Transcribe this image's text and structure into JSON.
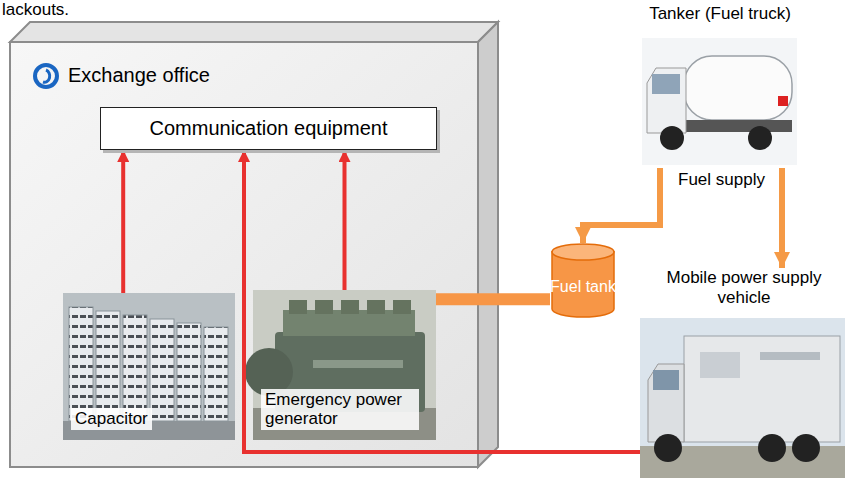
{
  "diagram": {
    "nodes": [
      {
        "text": [
          "Exchange office"
        ]
      },
      {
        "text": [
          "Communication equipment"
        ],
        "in": 0
      },
      {
        "text": [
          "Capacitor"
        ],
        "in": 0
      },
      {
        "text": [
          "Emergency power generator"
        ],
        "in": 0
      },
      {
        "text": [
          "Fuel tank"
        ]
      },
      {
        "text": [
          "Tanker (Fuel truck)"
        ]
      },
      {
        "text": [
          "Mobile power supply vehicle"
        ]
      }
    ],
    "edges": [
      {
        "from": 2,
        "to": 1,
        "arrow": "to"
      },
      {
        "from": 3,
        "to": 1,
        "arrow": "to"
      },
      {
        "from": 6,
        "to": 1,
        "arrow": "to"
      },
      {
        "from": 5,
        "to": 4,
        "arrow": "to"
      },
      {
        "from": 5,
        "to": 6,
        "arrow": "to"
      },
      {
        "from": 4,
        "to": 3,
        "arrow": "none"
      }
    ],
    "labels": [
      "lackouts.",
      "Fuel supply"
    ]
  }
}
